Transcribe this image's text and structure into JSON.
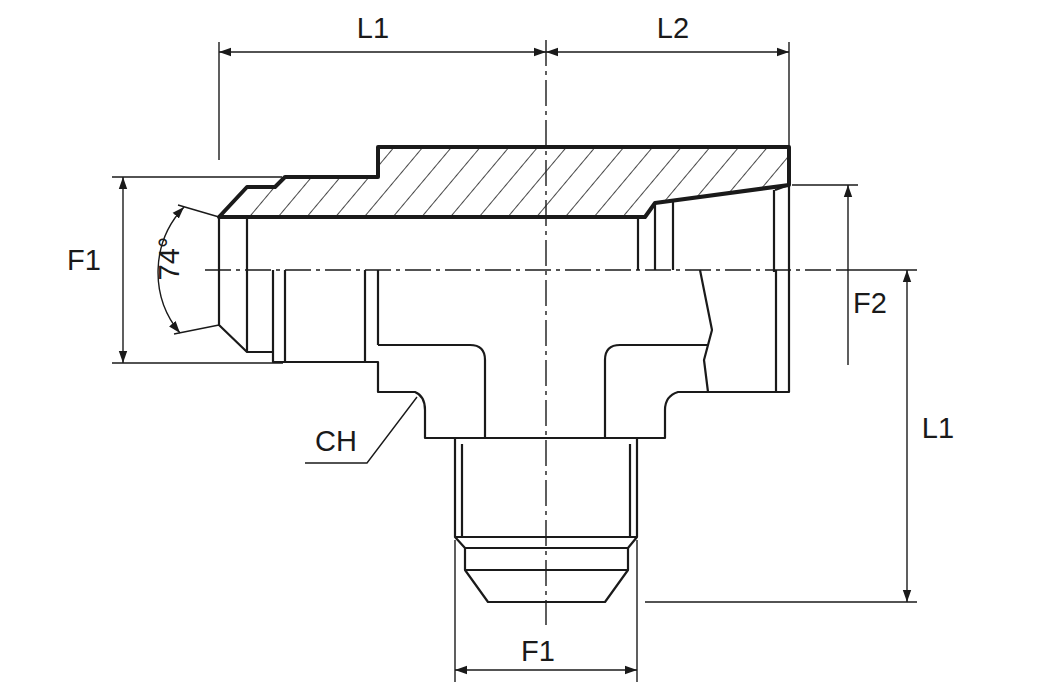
{
  "diagram": {
    "labels": [
      "L1",
      "L2",
      "F1",
      "74°",
      "F2",
      "L1",
      "CH",
      "F1"
    ]
  }
}
